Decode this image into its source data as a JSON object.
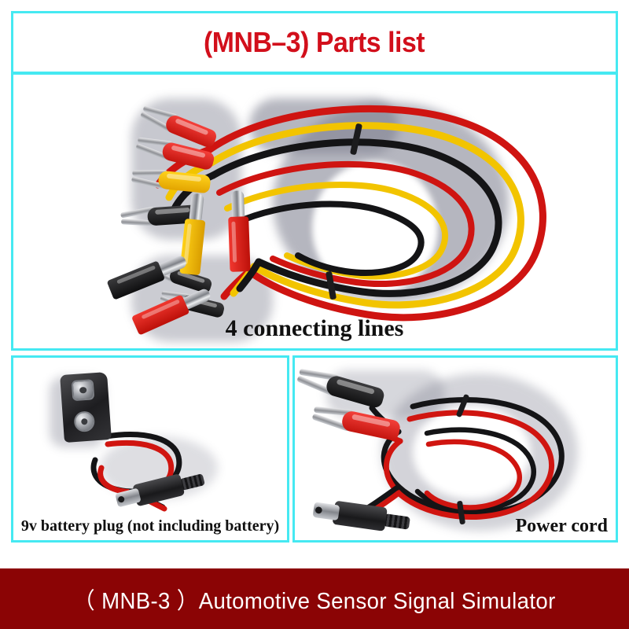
{
  "page": {
    "title": "(MNB–3) Parts list",
    "title_color": "#d20f1b",
    "border_color": "#45e9f2",
    "background": "#ffffff"
  },
  "panels": [
    {
      "id": "connecting-lines",
      "caption": "4 connecting lines",
      "items": [
        {
          "type": "alligator-clip",
          "color": "red"
        },
        {
          "type": "alligator-clip",
          "color": "red"
        },
        {
          "type": "alligator-clip",
          "color": "yellow"
        },
        {
          "type": "alligator-clip",
          "color": "black"
        },
        {
          "type": "banana-plug",
          "color": "yellow"
        },
        {
          "type": "banana-plug",
          "color": "red"
        },
        {
          "type": "banana-plug",
          "color": "black"
        },
        {
          "type": "banana-plug",
          "color": "red"
        },
        {
          "type": "cable",
          "color": "red"
        },
        {
          "type": "cable",
          "color": "yellow"
        },
        {
          "type": "cable",
          "color": "black"
        }
      ]
    },
    {
      "id": "battery-plug",
      "caption": "9v battery plug (not including battery)",
      "items": [
        {
          "type": "battery-snap",
          "color": "black"
        },
        {
          "type": "cable",
          "color": "red"
        },
        {
          "type": "cable",
          "color": "black"
        },
        {
          "type": "dc-barrel-plug",
          "color": "black"
        }
      ]
    },
    {
      "id": "power-cord",
      "caption": "Power cord",
      "items": [
        {
          "type": "alligator-clip",
          "color": "black"
        },
        {
          "type": "alligator-clip",
          "color": "red"
        },
        {
          "type": "cable",
          "color": "red"
        },
        {
          "type": "cable",
          "color": "black"
        },
        {
          "type": "dc-barrel-plug",
          "color": "black"
        }
      ]
    }
  ],
  "banner": {
    "text": "（ MNB-3 ）Automotive Sensor Signal Simulator",
    "background": "#8b0405",
    "text_color": "#ffffff"
  }
}
